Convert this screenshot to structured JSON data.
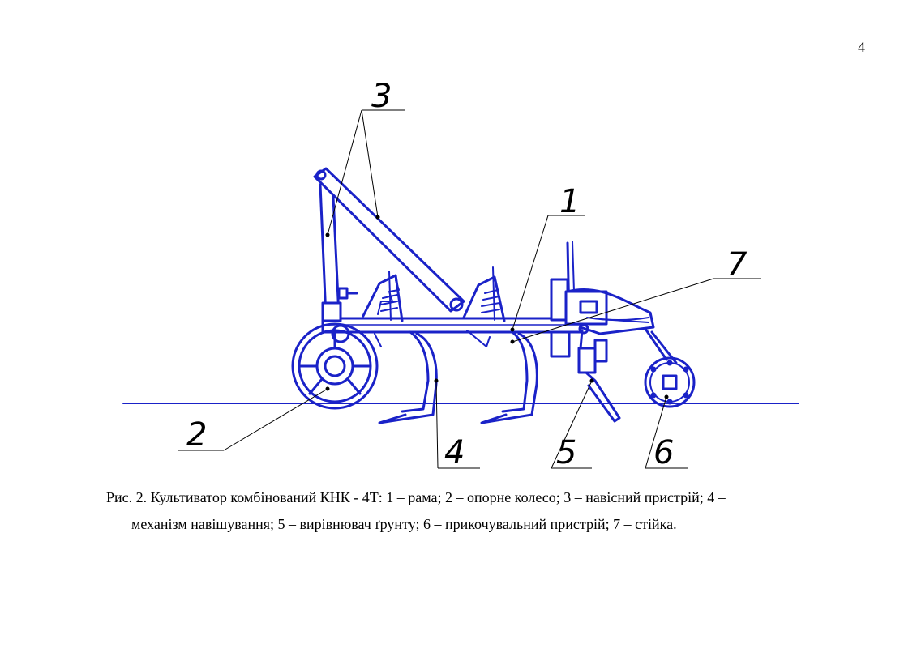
{
  "page": {
    "number": "4"
  },
  "figure": {
    "callouts": [
      "1",
      "2",
      "3",
      "4",
      "5",
      "6",
      "7"
    ],
    "colors": {
      "drawing": "#1a22c8",
      "leader": "#000000"
    }
  },
  "caption": {
    "line1": "Рис. 2. Культиватор комбінований КНК - 4Т: 1 – рама; 2 – опорне колесо; 3 – навісний пристрій; 4 –",
    "line2": "механізм навішування; 5 – вирівнювач ґрунту; 6 – прикочувальний пристрій; 7 – стійка."
  }
}
